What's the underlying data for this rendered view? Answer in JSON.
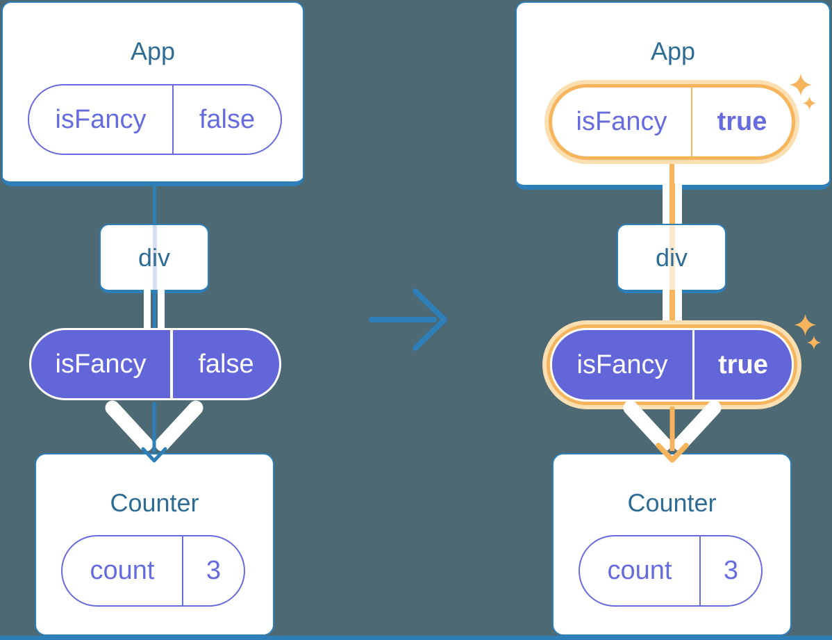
{
  "colors": {
    "background": "#4D6973",
    "blue-line": "#2E7EB8",
    "blue-text": "#2E6C94",
    "purple-fill": "#6366D9",
    "purple-line": "#666BDE",
    "orange": "#F6B45C",
    "orange-glow": "#FADFB2",
    "orange-faded": "#FAE9CE",
    "lavender-faded": "#D8DDF2",
    "white": "#FFFFFF"
  },
  "icons": {
    "transition_arrow": "right-arrow",
    "sparkle": "four-point-star",
    "flow_arrowhead": "chevron-down"
  },
  "trees": {
    "before": {
      "app": {
        "title": "App",
        "prop": {
          "name": "isFancy",
          "value": "false"
        }
      },
      "container": {
        "label": "div"
      },
      "passed_prop": {
        "name": "isFancy",
        "value": "false"
      },
      "counter": {
        "title": "Counter",
        "state": {
          "name": "count",
          "value": "3"
        }
      }
    },
    "after": {
      "app": {
        "title": "App",
        "prop": {
          "name": "isFancy",
          "value": "true"
        }
      },
      "container": {
        "label": "div"
      },
      "passed_prop": {
        "name": "isFancy",
        "value": "true"
      },
      "counter": {
        "title": "Counter",
        "state": {
          "name": "count",
          "value": "3"
        }
      }
    }
  }
}
